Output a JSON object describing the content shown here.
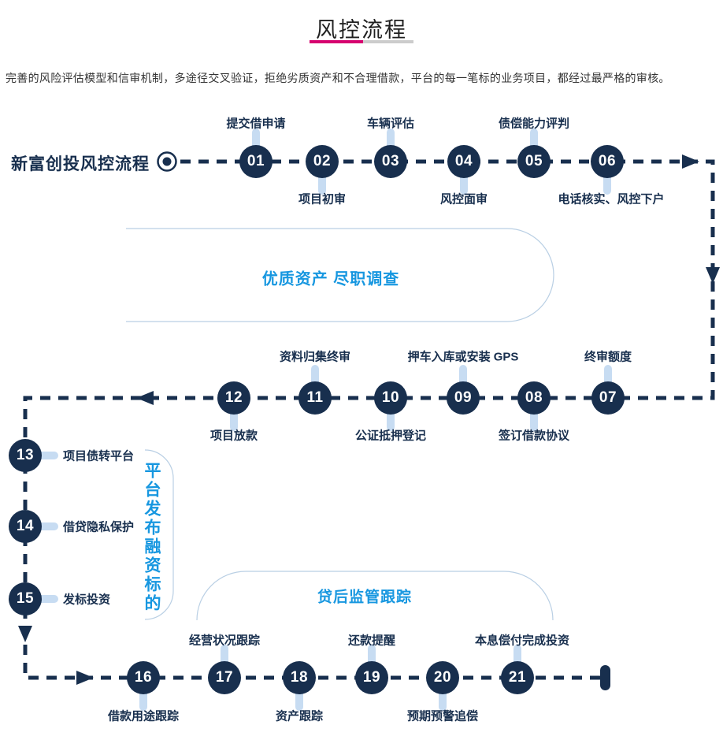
{
  "header": {
    "title": "风控流程",
    "description": "完善的风险评估模型和信审机制，多途径交叉验证，拒绝劣质资产和不合理借款，平台的每一笔标的业务项目，都经过最严格的审核。"
  },
  "flow_label": "新富创投风控流程",
  "sections": {
    "due_diligence": "优质资产 尽职调查",
    "platform_publish": "平台发布融资标的",
    "post_loan": "贷后监管跟踪"
  },
  "colors": {
    "navy": "#182f4e",
    "stem_light_blue": "#c7dcf2",
    "caption_blue": "#1797e0",
    "bracket_blue": "#b9cfe4",
    "title_underline_pink": "#d6006f",
    "title_underline_gray": "#cccccc"
  },
  "steps": [
    {
      "num": "01",
      "label": "提交借申请"
    },
    {
      "num": "02",
      "label": "项目初审"
    },
    {
      "num": "03",
      "label": "车辆评估"
    },
    {
      "num": "04",
      "label": "风控面审"
    },
    {
      "num": "05",
      "label": "债偿能力评判"
    },
    {
      "num": "06",
      "label": "电话核实、风控下户"
    },
    {
      "num": "07",
      "label": "终审额度"
    },
    {
      "num": "08",
      "label": "签订借款协议"
    },
    {
      "num": "09",
      "label": "押车入库或安装 GPS"
    },
    {
      "num": "10",
      "label": "公证抵押登记"
    },
    {
      "num": "11",
      "label": "资料归集终审"
    },
    {
      "num": "12",
      "label": "项目放款"
    },
    {
      "num": "13",
      "label": "项目债转平台"
    },
    {
      "num": "14",
      "label": "借贷隐私保护"
    },
    {
      "num": "15",
      "label": "发标投资"
    },
    {
      "num": "16",
      "label": "借款用途跟踪"
    },
    {
      "num": "17",
      "label": "经营状况跟踪"
    },
    {
      "num": "18",
      "label": "资产跟踪"
    },
    {
      "num": "19",
      "label": "还款提醒"
    },
    {
      "num": "20",
      "label": "预期预警追偿"
    },
    {
      "num": "21",
      "label": "本息偿付完成投资"
    }
  ]
}
